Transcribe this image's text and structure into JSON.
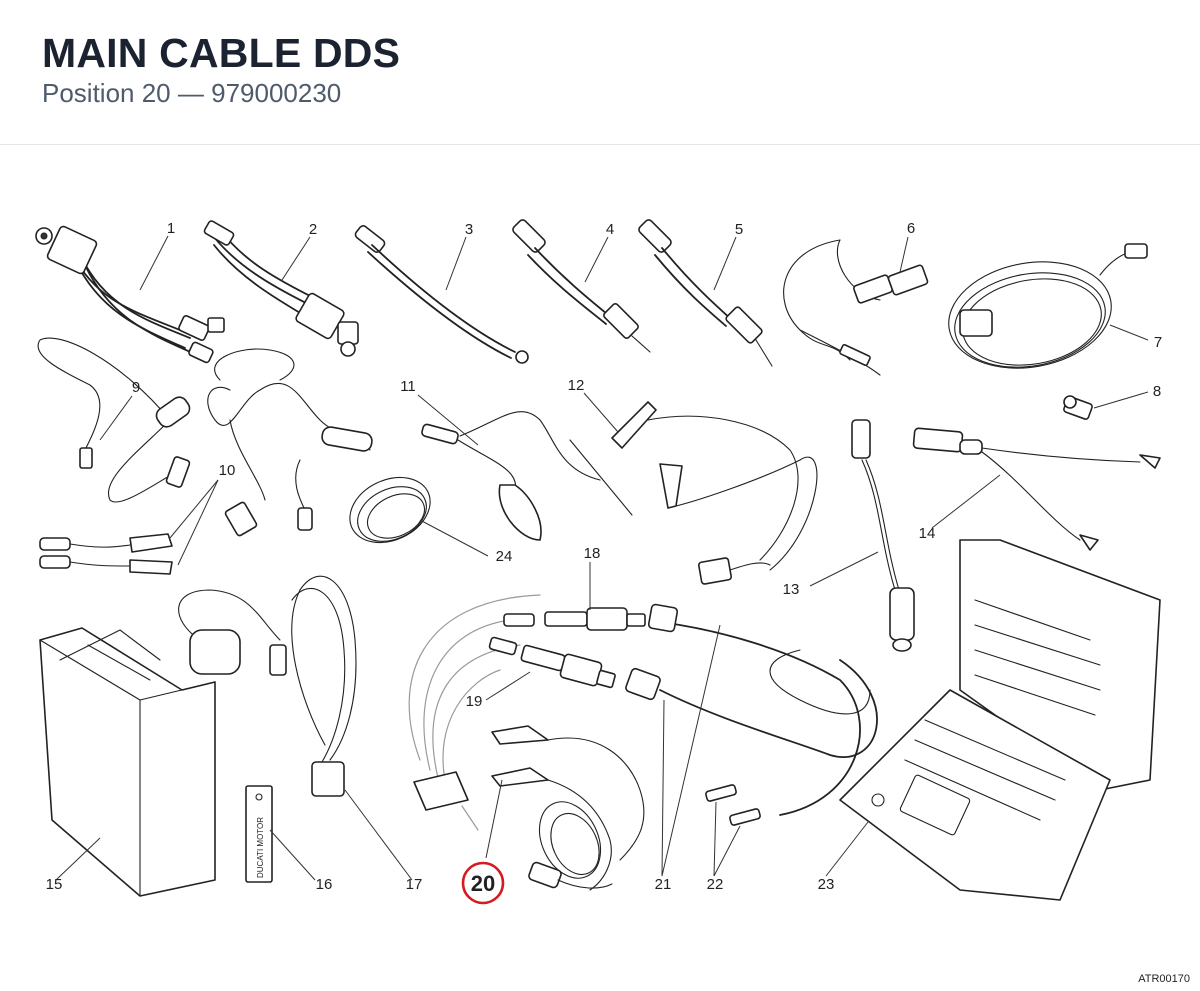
{
  "header": {
    "title": "MAIN CABLE DDS",
    "position_label": "Position 20",
    "separator": " — ",
    "part_number": "979000230"
  },
  "callouts": [
    "1",
    "2",
    "3",
    "4",
    "5",
    "6",
    "7",
    "8",
    "9",
    "10",
    "11",
    "12",
    "13",
    "14",
    "15",
    "16",
    "17",
    "18",
    "19",
    "20",
    "21",
    "22",
    "23",
    "24"
  ],
  "highlighted": "20",
  "highlight_color": "#d71920",
  "brand_tag": "DUCATI MOTOR",
  "reference_code": "ATR00170"
}
